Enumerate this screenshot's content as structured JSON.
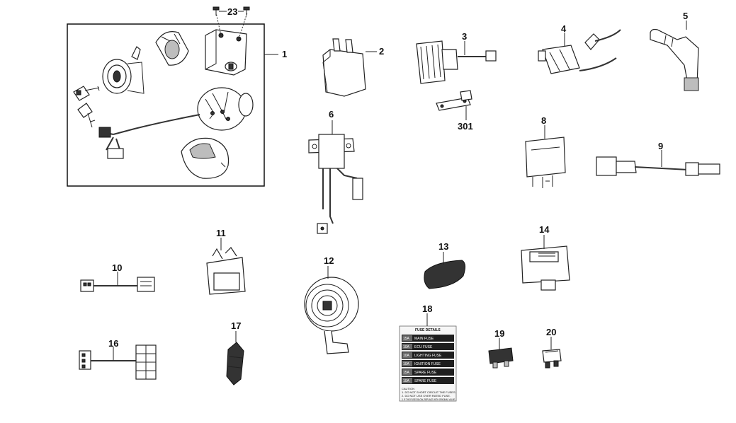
{
  "parts": [
    {
      "id": "1",
      "label": "1",
      "name": "ignition-switch-set"
    },
    {
      "id": "2",
      "label": "2",
      "name": "cdi-unit"
    },
    {
      "id": "3",
      "label": "3",
      "name": "regulator-rectifier"
    },
    {
      "id": "301",
      "label": "301",
      "name": "regulator-bracket"
    },
    {
      "id": "4",
      "label": "4",
      "name": "ignition-coil"
    },
    {
      "id": "5",
      "label": "5",
      "name": "spark-plug-cap"
    },
    {
      "id": "6",
      "label": "6",
      "name": "flasher-relay"
    },
    {
      "id": "8",
      "label": "8",
      "name": "starter-relay"
    },
    {
      "id": "9",
      "label": "9",
      "name": "sensor-harness"
    },
    {
      "id": "10",
      "label": "10",
      "name": "connector-harness-a"
    },
    {
      "id": "11",
      "label": "11",
      "name": "relay-box"
    },
    {
      "id": "12",
      "label": "12",
      "name": "horn"
    },
    {
      "id": "13",
      "label": "13",
      "name": "rubber-cover"
    },
    {
      "id": "14",
      "label": "14",
      "name": "ecu-module"
    },
    {
      "id": "16",
      "label": "16",
      "name": "connector-harness-b"
    },
    {
      "id": "17",
      "label": "17",
      "name": "rubber-boot"
    },
    {
      "id": "18",
      "label": "18",
      "name": "fuse-details-label"
    },
    {
      "id": "19",
      "label": "19",
      "name": "fuse-15a"
    },
    {
      "id": "20",
      "label": "20",
      "name": "fuse-10a"
    },
    {
      "id": "23",
      "label": "23",
      "name": "screw"
    }
  ],
  "fuse_label": {
    "title": "FUSE DETAILS",
    "rows": [
      {
        "amp": "15A",
        "text": "MAIN FUSE"
      },
      {
        "amp": "10A",
        "text": "ECU FUSE"
      },
      {
        "amp": "10A",
        "text": "LIGHTING FUSE"
      },
      {
        "amp": "10A",
        "text": "IGNITION FUSE"
      },
      {
        "amp": "15A",
        "text": "SPARE FUSE"
      },
      {
        "amp": "10A",
        "text": "SPARE FUSE"
      }
    ],
    "caution_title": "CAUTION",
    "caution_lines": [
      "1. DO NOT SHORT CIRCUIT THE FUSES.",
      "2. DO NOT USE OVER RATED FUSE.",
      "3. IF THE FUSES BLOW, REPLACE WITH ORIGINAL VALUE."
    ]
  }
}
